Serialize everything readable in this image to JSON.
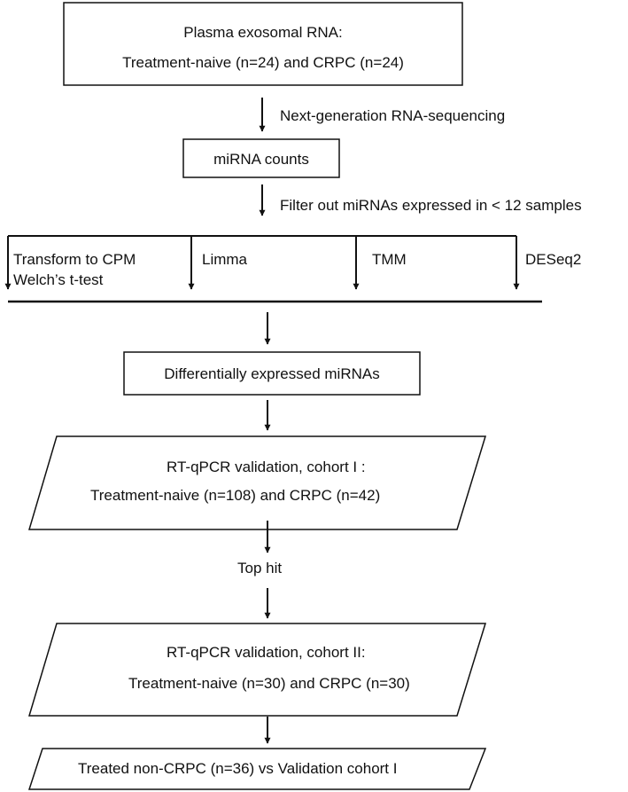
{
  "box1": {
    "line1": "Plasma exosomal RNA:",
    "line2": "Treatment-naive (n=24) and CRPC (n=24)"
  },
  "step1": "Next-generation RNA-sequencing",
  "box2": "miRNA counts",
  "step2": "Filter out miRNAs expressed in < 12 samples",
  "methods": {
    "transform": "Transform to CPM",
    "welch": "Welch’s t-test",
    "limma": "Limma",
    "tmm": "TMM",
    "deseq2": "DESeq2"
  },
  "box3": "Differentially expressed miRNAs",
  "box4": {
    "line1": "RT-qPCR validation, cohort I :",
    "line2": "Treatment-naive (n=108) and CRPC (n=42)"
  },
  "step3": "Top hit",
  "box5": {
    "line1": "RT-qPCR validation, cohort II:",
    "line2": "Treatment-naive  (n=30) and CRPC (n=30)"
  },
  "box6": "Treated non-CRPC (n=36) vs Validation cohort I"
}
